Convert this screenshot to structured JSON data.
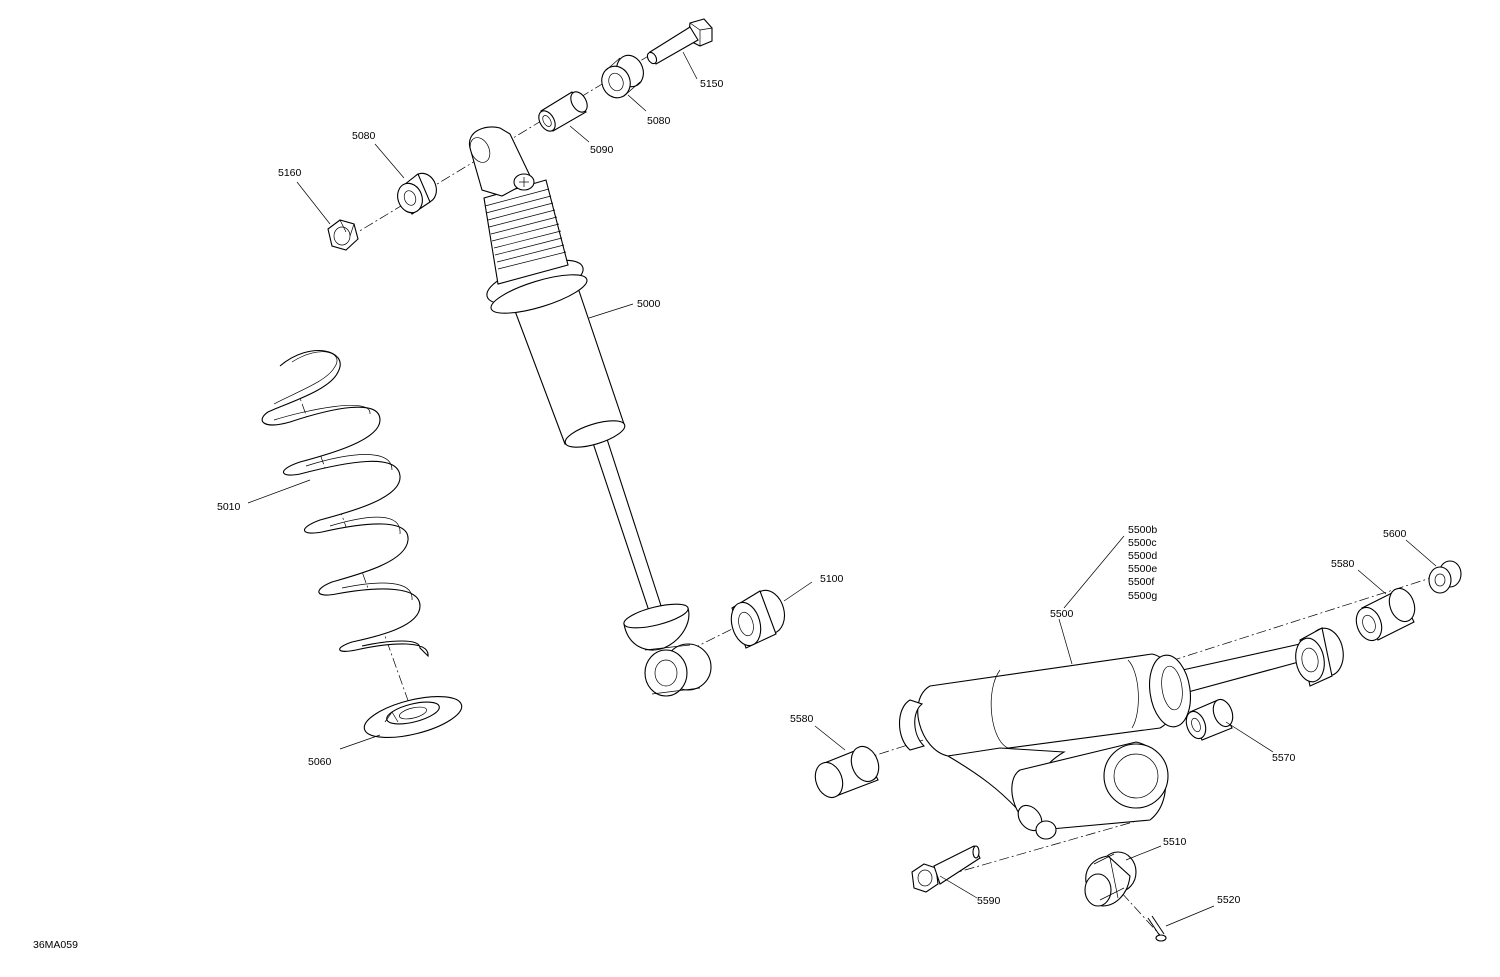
{
  "drawing": {
    "ref": "36MA059"
  },
  "callouts": {
    "c5150": "5150",
    "c5080a": "5080",
    "c5090": "5090",
    "c5080b": "5080",
    "c5160": "5160",
    "c5000": "5000",
    "c5010": "5010",
    "c5100": "5100",
    "c5060": "5060",
    "c5500": "5500",
    "c5500b": "5500b",
    "c5500c": "5500c",
    "c5500d": "5500d",
    "c5500e": "5500e",
    "c5500f": "5500f",
    "c5500g": "5500g",
    "c5600": "5600",
    "c5580a": "5580",
    "c5580b": "5580",
    "c5570": "5570",
    "c5510": "5510",
    "c5590": "5590",
    "c5520": "5520"
  }
}
